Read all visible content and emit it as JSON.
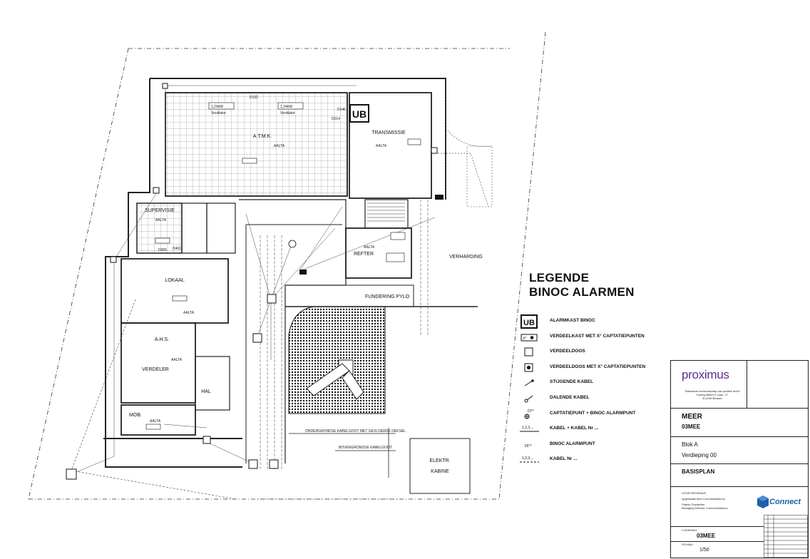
{
  "rooms": {
    "atmk": "A.T.M.K.",
    "transmissie": "TRANSMISSIE",
    "supervisie": "SUPERVISIE",
    "refter": "REFTER",
    "lokaal": "LOKAAL",
    "ahs": "A.H.S.",
    "verdeler": "VERDELER",
    "hal": "HAL",
    "mob": "MOB.",
    "elektr_kabine": [
      "ELEKTR.",
      "KABINE"
    ],
    "verharding": "VERHARDING",
    "fundering": "FUNDERING PYLO",
    "ondergrondse": "ONDERGRONDSE KABELGOOT MET GEVLOERDE DEKSEL",
    "bovengrondse": "BOVENGRONDSE KABELGOOT"
  },
  "equipment": {
    "ventilator_power": "1,24kW",
    "ventilator": "Ventilator",
    "ub": "UB",
    "tag_aalta": "AALTA",
    "d132": "D132",
    "d146": "D146",
    "d014": "D014",
    "d065": "D065",
    "d461": "D461"
  },
  "legend": {
    "title_line1": "LEGENDE",
    "title_line2": "BINOC ALARMEN",
    "items": [
      {
        "symbol": "ub-box-icon",
        "symbol_text": "UB",
        "label": "ALARMKAST BINOC"
      },
      {
        "symbol": "verdeelkast-icon",
        "symbol_text": "X°",
        "label": "VERDEELKAST MET X° CAPTATIEPUNTEN"
      },
      {
        "symbol": "verdeeldoos-icon",
        "symbol_text": "",
        "label": "VERDEELDOOS"
      },
      {
        "symbol": "verdeeldoos-captatie-icon",
        "symbol_text": "",
        "label": "VERDEELDOOS MET X° CAPTATIEPUNTEN"
      },
      {
        "symbol": "stijgende-kabel-icon",
        "symbol_text": "",
        "label": "STIJGENDE KABEL"
      },
      {
        "symbol": "dalende-kabel-icon",
        "symbol_text": "",
        "label": "DALENDE KABEL"
      },
      {
        "symbol": "captatiepunt-icon",
        "symbol_text": "DI°°",
        "label": "CAPTATIEPUNT + BINOC ALARMPUNT"
      },
      {
        "symbol": "kabel-nr-icon",
        "symbol_text": "1,2,3,...",
        "label": "KABEL + KABEL Nr ..."
      },
      {
        "symbol": "binoc-alarmpunt-icon",
        "symbol_text": "DI°°",
        "label": "BINOC ALARMPUNT"
      },
      {
        "symbol": "kabel-only-icon",
        "symbol_text": "1,2,3,...",
        "label": "KABEL Nr ..."
      }
    ]
  },
  "titleblock": {
    "logo": "proximus",
    "address_lines": [
      "\"Naamloze vennootschap van publiek recht\"",
      "Koning Albert II Laan, 27",
      "B-1030 Brussel"
    ],
    "site": "MEER",
    "site_code": "03MEE",
    "block": "Blok A",
    "floor": "Verdieping 00",
    "plan_type": "BASISPLAN",
    "voor": "VOOR PROXIMUS",
    "opgemaakt": "opgemaakt door Connectsolutions",
    "person_lines": [
      "Patrick Goedertier",
      "Managing Director Connectsolutions"
    ],
    "connect_logo": "Connect",
    "codering_label": "CODERING :",
    "codering": "03MEE",
    "schaal_label": "SCHAAL :",
    "schaal": "1/50"
  },
  "colors": {
    "line": "#222222",
    "proximus_purple": "#5b2d90",
    "connect_blue": "#1f5fa8"
  }
}
